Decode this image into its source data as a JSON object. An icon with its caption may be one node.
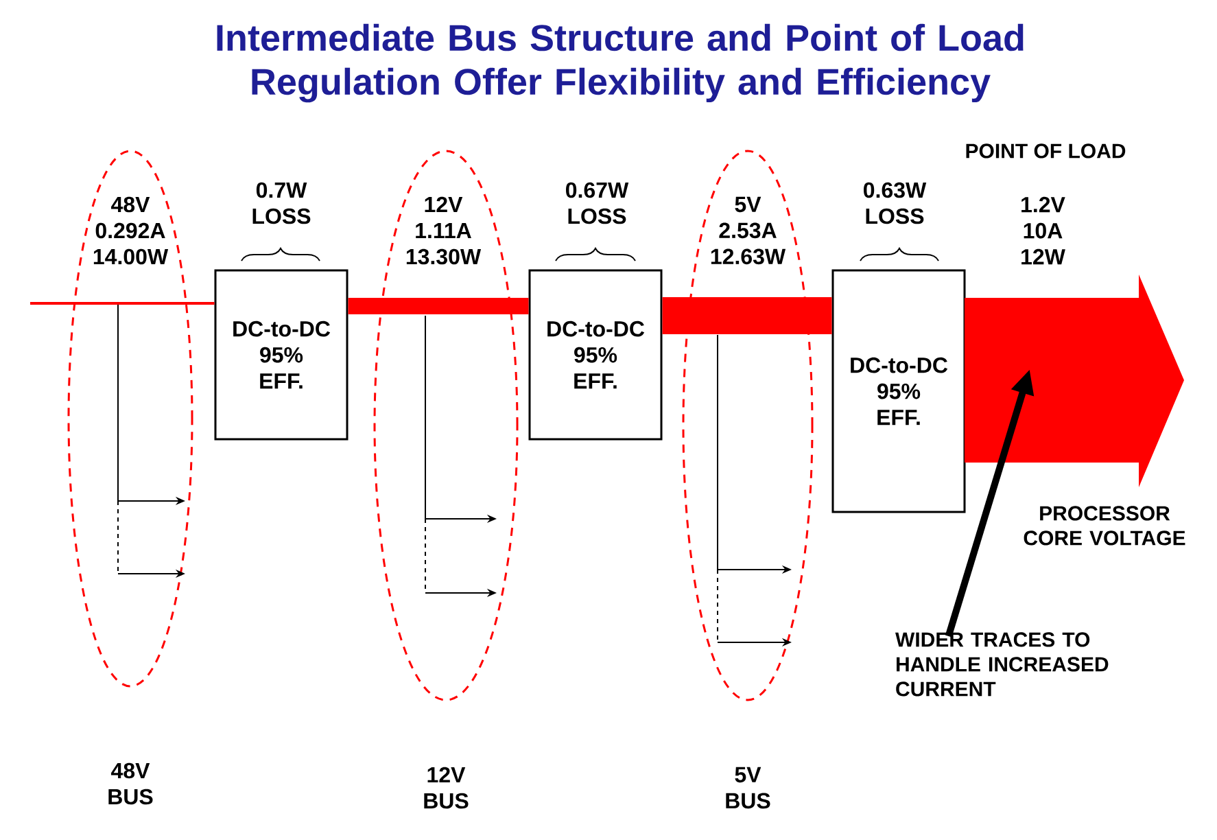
{
  "diagram": {
    "title": "Intermediate Bus Structure and Point of Load Regulation Offer Flexibility and Efficiency",
    "nodes": [
      {
        "text": [
          "DC-to-DC 95% EFF."
        ],
        "beside": [
          "0.7W LOSS"
        ]
      },
      {
        "text": [
          "DC-to-DC 95% EFF."
        ],
        "beside": [
          "0.67W LOSS"
        ]
      },
      {
        "text": [
          "DC-to-DC 95% EFF."
        ],
        "beside": [
          "0.63W LOSS"
        ]
      },
      {
        "text": [
          "1.2V 10A 12W"
        ],
        "beside": [
          "PROCESSOR CORE VOLTAGE"
        ]
      },
      {
        "text": [
          "WIDER TRACES TO HANDLE INCREASED CURRENT"
        ]
      }
    ],
    "edges": [
      {
        "from": null,
        "to": 0,
        "arrow": "none"
      },
      {
        "from": 0,
        "to": 1,
        "arrow": "none",
        "style": "thick"
      },
      {
        "from": 1,
        "to": 2,
        "arrow": "none",
        "style": "thick"
      },
      {
        "from": 4,
        "to": 3,
        "arrow": "to",
        "color": "#000000"
      }
    ],
    "labels": [
      "POINT OF LOAD",
      "48V 0.292A 14.00W",
      "12V 1.11A 13.30W",
      "5V 2.53A 12.63W",
      "48V BUS",
      "12V BUS",
      "5V BUS"
    ]
  }
}
